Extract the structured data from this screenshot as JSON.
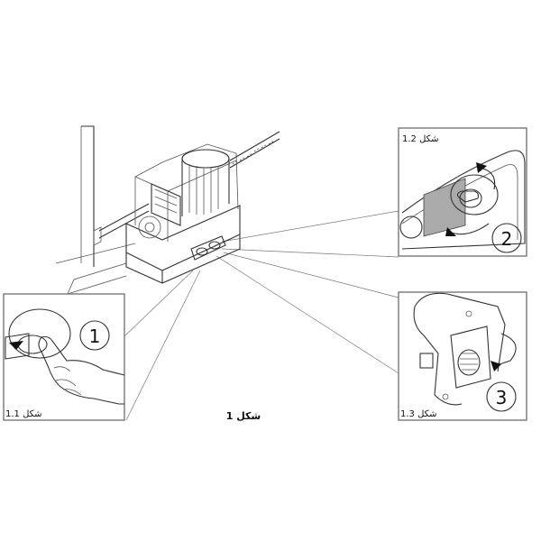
{
  "figure": {
    "caption": "شكل 1",
    "panels": [
      {
        "id": "1.1",
        "label": "شكل 1.1",
        "step": "1"
      },
      {
        "id": "1.2",
        "label": "شكل 1.2",
        "step": "2"
      },
      {
        "id": "1.3",
        "label": "شكل 1.3",
        "step": "3"
      }
    ]
  },
  "icons": {
    "main": "gate-motor-unit-icon",
    "p1": "finger-press-icon",
    "p2": "key-rotate-icon",
    "p3": "release-lever-icon"
  }
}
